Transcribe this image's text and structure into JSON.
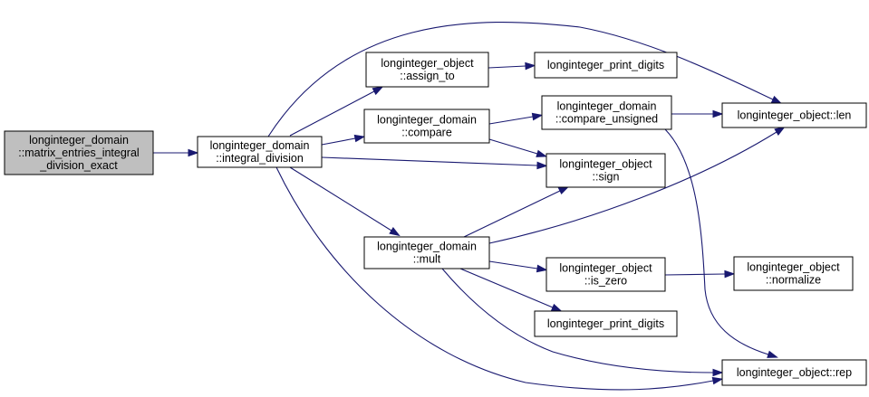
{
  "graph": {
    "edge_color": "#191970",
    "root_fill": "#bfbfbf",
    "nodes": [
      {
        "id": "root",
        "lines": [
          "longinteger_domain",
          "::matrix_entries_integral",
          "_division_exact"
        ],
        "root": true
      },
      {
        "id": "integral_division",
        "lines": [
          "longinteger_domain",
          "::integral_division"
        ]
      },
      {
        "id": "assign_to",
        "lines": [
          "longinteger_object",
          "::assign_to"
        ]
      },
      {
        "id": "compare",
        "lines": [
          "longinteger_domain",
          "::compare"
        ]
      },
      {
        "id": "mult",
        "lines": [
          "longinteger_domain",
          "::mult"
        ]
      },
      {
        "id": "print_digits_1",
        "lines": [
          "longinteger_print_digits"
        ]
      },
      {
        "id": "compare_unsigned",
        "lines": [
          "longinteger_domain",
          "::compare_unsigned"
        ]
      },
      {
        "id": "sign",
        "lines": [
          "longinteger_object",
          "::sign"
        ]
      },
      {
        "id": "is_zero",
        "lines": [
          "longinteger_object",
          "::is_zero"
        ]
      },
      {
        "id": "print_digits_2",
        "lines": [
          "longinteger_print_digits"
        ]
      },
      {
        "id": "len",
        "lines": [
          "longinteger_object::len"
        ]
      },
      {
        "id": "normalize",
        "lines": [
          "longinteger_object",
          "::normalize"
        ]
      },
      {
        "id": "rep",
        "lines": [
          "longinteger_object::rep"
        ]
      }
    ],
    "edges": [
      {
        "from": "root",
        "to": "integral_division"
      },
      {
        "from": "integral_division",
        "to": "assign_to"
      },
      {
        "from": "integral_division",
        "to": "compare"
      },
      {
        "from": "integral_division",
        "to": "sign"
      },
      {
        "from": "integral_division",
        "to": "mult"
      },
      {
        "from": "integral_division",
        "to": "len"
      },
      {
        "from": "integral_division",
        "to": "rep"
      },
      {
        "from": "assign_to",
        "to": "print_digits_1"
      },
      {
        "from": "compare",
        "to": "compare_unsigned"
      },
      {
        "from": "compare",
        "to": "sign"
      },
      {
        "from": "compare_unsigned",
        "to": "len"
      },
      {
        "from": "compare_unsigned",
        "to": "rep"
      },
      {
        "from": "mult",
        "to": "sign"
      },
      {
        "from": "mult",
        "to": "len"
      },
      {
        "from": "mult",
        "to": "is_zero"
      },
      {
        "from": "mult",
        "to": "print_digits_2"
      },
      {
        "from": "mult",
        "to": "rep"
      },
      {
        "from": "is_zero",
        "to": "normalize"
      }
    ]
  }
}
